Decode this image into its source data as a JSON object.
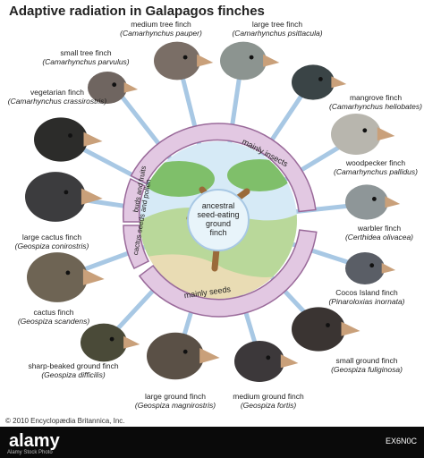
{
  "title": "Adaptive radiation in Galapagos finches",
  "copyright": "© 2010 Encyclopædia Britannica, Inc.",
  "watermark": {
    "brand": "alamy",
    "sub": "Alamy Stock Photo",
    "image_id": "EX6N0C"
  },
  "center": {
    "line1": "ancestral",
    "line2": "seed-eating",
    "line3": "ground",
    "line4": "finch"
  },
  "diet_groups": {
    "insects": "mainly insects",
    "buds": "buds and fruits",
    "cactus": "cactus seeds and pollen",
    "seeds": "mainly seeds"
  },
  "finches": [
    {
      "common": "medium tree finch",
      "latin": "(Camarhynchus pauper)",
      "color": "#7a6e66"
    },
    {
      "common": "large tree finch",
      "latin": "(Camarhynchus psittacula)",
      "color": "#8c9490"
    },
    {
      "common": "small tree finch",
      "latin": "(Camarhynchus parvulus)",
      "color": "#6f6560"
    },
    {
      "common": "mangrove finch",
      "latin": "(Camarhynchus heliobates)",
      "color": "#3a4446"
    },
    {
      "common": "vegetarian finch",
      "latin": "(Camarhynchus crassirostris)",
      "color": "#2c2c2a"
    },
    {
      "common": "woodpecker finch",
      "latin": "(Camarhynchus pallidus)",
      "color": "#b8b6ae"
    },
    {
      "common": "large cactus finch",
      "latin": "(Geospiza conirostris)",
      "color": "#3c3c3e"
    },
    {
      "common": "warbler finch",
      "latin": "(Certhidea olivacea)",
      "color": "#8e9698"
    },
    {
      "common": "Cocos Island finch",
      "latin": "(Pinaroloxias inornata)",
      "color": "#5a5e66"
    },
    {
      "common": "cactus finch",
      "latin": "(Geospiza scandens)",
      "color": "#6e6454"
    },
    {
      "common": "small ground finch",
      "latin": "(Geospiza fuliginosa)",
      "color": "#3a3432"
    },
    {
      "common": "sharp-beaked ground finch",
      "latin": "(Geospiza difficilis)",
      "color": "#4a4a38"
    },
    {
      "common": "large ground finch",
      "latin": "(Geospiza magnirostris)",
      "color": "#5a5046"
    },
    {
      "common": "medium ground finch",
      "latin": "(Geospiza fortis)",
      "color": "#3c383a"
    }
  ],
  "colors": {
    "ring": "#e2c8e2",
    "ring_stroke": "#9a6a9a",
    "spokes": "#a8c8e4",
    "hub": "#d6eaf6"
  }
}
